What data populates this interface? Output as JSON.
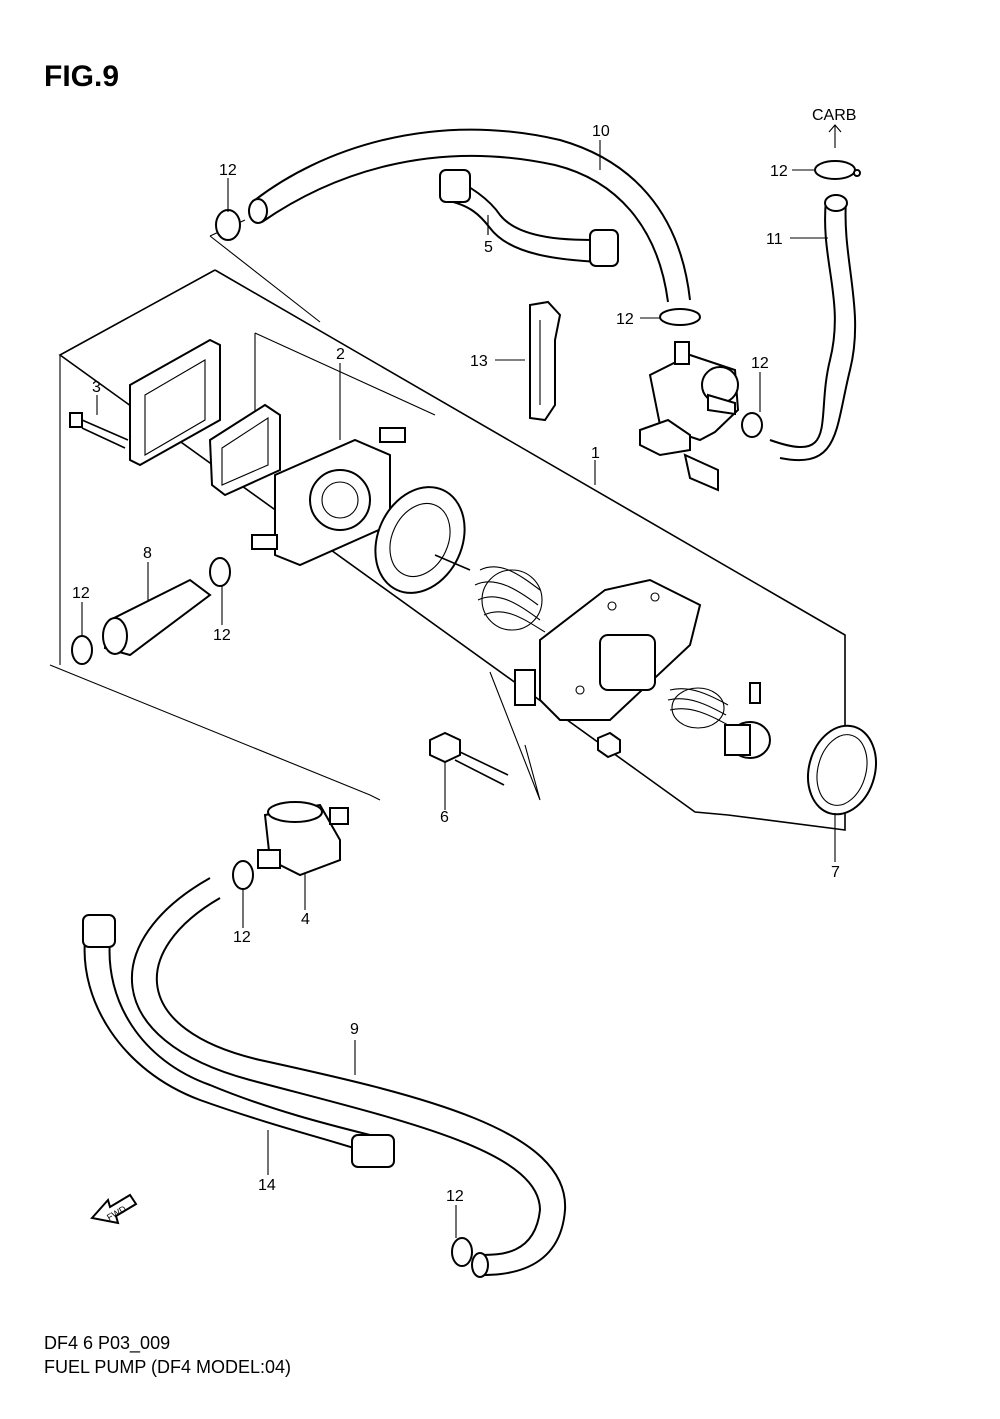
{
  "figure": {
    "title": "FIG.9"
  },
  "callouts": {
    "carb": "CARB",
    "p1": "1",
    "p2": "2",
    "p3": "3",
    "p4": "4",
    "p5": "5",
    "p6": "6",
    "p7": "7",
    "p8": "8",
    "p9": "9",
    "p10": "10",
    "p11": "11",
    "p13": "13",
    "p14": "14",
    "clamp": "12"
  },
  "fwd_label": "FWD",
  "footer": {
    "code": "DF4 6 P03_009",
    "name": "FUEL PUMP (DF4 MODEL:04)"
  }
}
